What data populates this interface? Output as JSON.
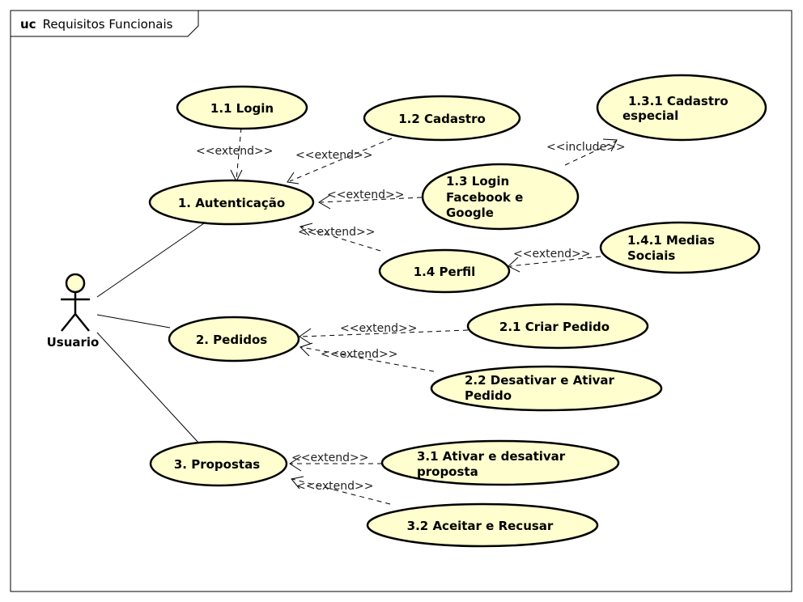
{
  "frame": {
    "keyword": "uc",
    "name": "Requisitos Funcionais"
  },
  "actor": {
    "name": "Usuario"
  },
  "use_cases": {
    "uc1": [
      "1. Autenticação"
    ],
    "uc11": [
      "1.1 Login"
    ],
    "uc12": [
      "1.2 Cadastro"
    ],
    "uc13": [
      "1.3 Login",
      "Facebook e",
      "Google"
    ],
    "uc131": [
      "1.3.1 Cadastro",
      "especial"
    ],
    "uc14": [
      "1.4 Perfil"
    ],
    "uc141": [
      "1.4.1 Medias",
      "Sociais"
    ],
    "uc2": [
      "2. Pedidos"
    ],
    "uc21": [
      "2.1 Criar Pedido"
    ],
    "uc22": [
      "2.2 Desativar e Ativar",
      "Pedido"
    ],
    "uc3": [
      "3. Propostas"
    ],
    "uc31": [
      "3.1 Ativar e desativar",
      "proposta"
    ],
    "uc32": [
      "3.2 Aceitar e Recusar"
    ]
  },
  "relations": [
    {
      "from": "uc11",
      "to": "uc1",
      "stereotype": "<<extend>>"
    },
    {
      "from": "uc12",
      "to": "uc1",
      "stereotype": "<<extend>>"
    },
    {
      "from": "uc13",
      "to": "uc1",
      "stereotype": "<<extend>>"
    },
    {
      "from": "uc14",
      "to": "uc1",
      "stereotype": "<<extend>>"
    },
    {
      "from": "uc13",
      "to": "uc131",
      "stereotype": "<<include>>"
    },
    {
      "from": "uc141",
      "to": "uc14",
      "stereotype": "<<extend>>"
    },
    {
      "from": "uc21",
      "to": "uc2",
      "stereotype": "<<extend>>"
    },
    {
      "from": "uc22",
      "to": "uc2",
      "stereotype": "<<extend>>"
    },
    {
      "from": "uc31",
      "to": "uc3",
      "stereotype": "<<extend>>"
    },
    {
      "from": "uc32",
      "to": "uc3",
      "stereotype": "<<extend>>"
    }
  ],
  "associations": [
    {
      "actor": "Usuario",
      "use_case": "uc1"
    },
    {
      "actor": "Usuario",
      "use_case": "uc2"
    },
    {
      "actor": "Usuario",
      "use_case": "uc3"
    }
  ]
}
